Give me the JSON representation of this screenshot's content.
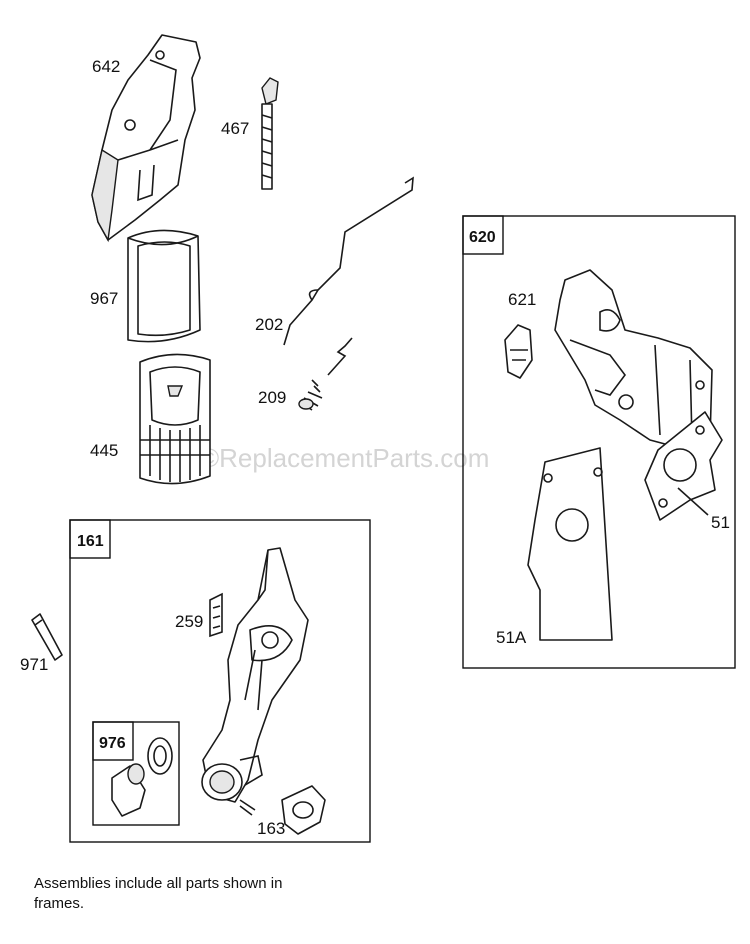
{
  "watermark": "©ReplacementParts.com",
  "frames": {
    "f620": "620",
    "f161": "161",
    "f976": "976"
  },
  "labels": {
    "p642": "642",
    "p467": "467",
    "p967": "967",
    "p202": "202",
    "p209": "209",
    "p445": "445",
    "p621": "621",
    "p51": "51",
    "p51a": "51A",
    "p259": "259",
    "p971": "971",
    "p163": "163"
  },
  "footnote": "Assemblies include all parts shown in frames."
}
